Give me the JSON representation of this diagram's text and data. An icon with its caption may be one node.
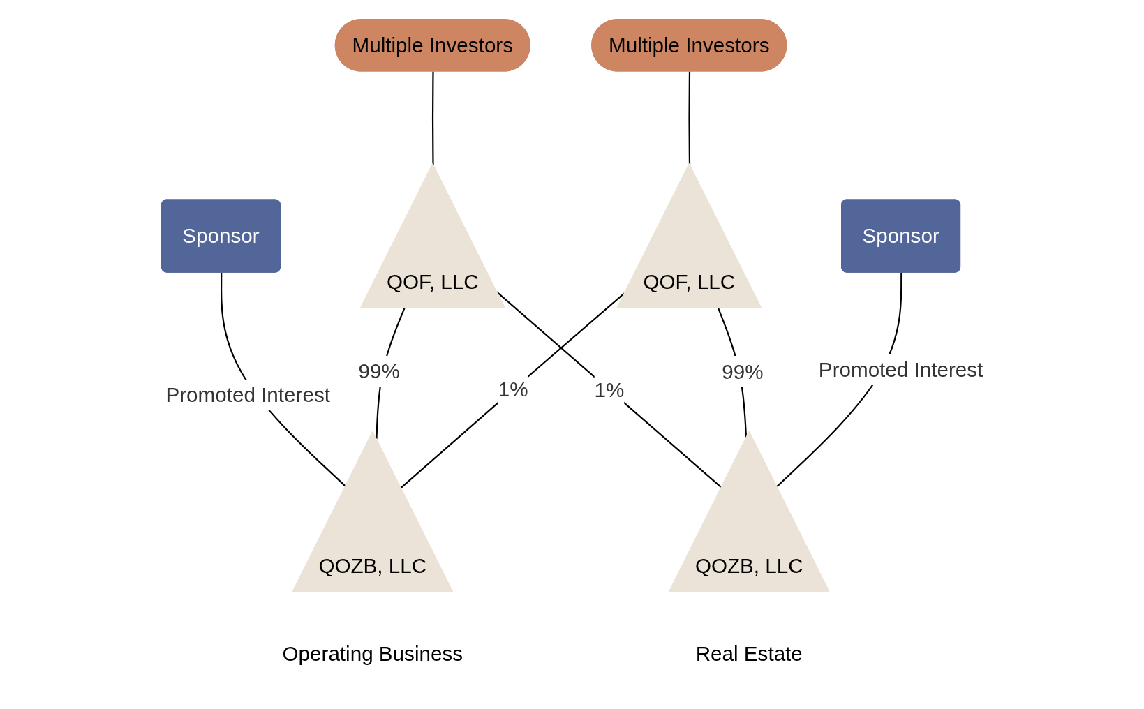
{
  "diagram": {
    "nodes": [
      {
        "text": [
          "Multiple Investors"
        ]
      },
      {
        "text": [
          "Multiple Investors"
        ]
      },
      {
        "text": [
          "Sponsor"
        ]
      },
      {
        "text": [
          "QOF, LLC"
        ]
      },
      {
        "text": [
          "QOF, LLC"
        ]
      },
      {
        "text": [
          "Sponsor"
        ]
      },
      {
        "text": [
          "QOZB, LLC"
        ],
        "beside": [
          "Operating Business"
        ]
      },
      {
        "text": [
          "QOZB, LLC"
        ],
        "beside": [
          "Real Estate"
        ]
      }
    ],
    "edges": [
      {
        "from": 0,
        "to": 3,
        "arrow": "none"
      },
      {
        "from": 1,
        "to": 4,
        "arrow": "none"
      },
      {
        "from": 2,
        "to": 6,
        "arrow": "none",
        "label": "Promoted Interest"
      },
      {
        "from": 3,
        "to": 6,
        "arrow": "none",
        "label": "99%"
      },
      {
        "from": 3,
        "to": 7,
        "arrow": "none",
        "label": "1%"
      },
      {
        "from": 4,
        "to": 6,
        "arrow": "none",
        "label": "1%"
      },
      {
        "from": 4,
        "to": 7,
        "arrow": "none",
        "label": "99%"
      },
      {
        "from": 5,
        "to": 7,
        "arrow": "none",
        "label": "Promoted Interest"
      }
    ]
  }
}
